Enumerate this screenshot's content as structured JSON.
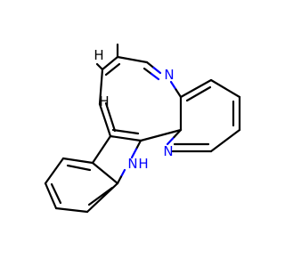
{
  "molecule": {
    "atoms": [
      {
        "id": "H1",
        "symbol": "H",
        "color": "#000000"
      },
      {
        "id": "N1",
        "symbol": "N",
        "color": "#0000ff"
      },
      {
        "id": "N2",
        "symbol": "N",
        "color": "#0000ff"
      },
      {
        "id": "NH",
        "symbol": "N",
        "color": "#0000ff"
      },
      {
        "id": "H2",
        "symbol": "H",
        "color": "#000000"
      },
      {
        "id": "H3",
        "symbol": "H",
        "color": "#0000ff"
      }
    ],
    "colors": {
      "bond": "#000000",
      "nitrogen": "#0000ff",
      "background": "#ffffff"
    }
  }
}
